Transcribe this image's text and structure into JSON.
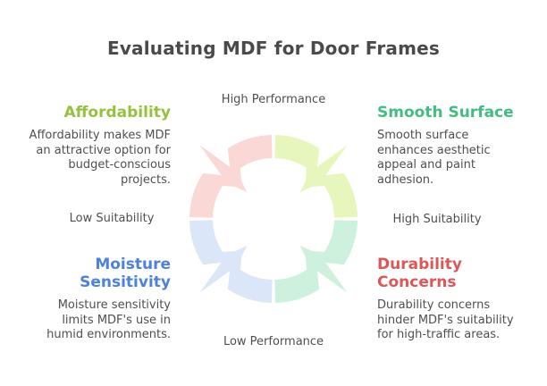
{
  "title": "Evaluating MDF for Door Frames",
  "axis_labels": {
    "top": "High Performance",
    "bottom": "Low Performance",
    "left": "Low Suitability",
    "right": "High Suitability"
  },
  "quadrants": {
    "top_left": {
      "heading": "Affordability",
      "heading_color": "#95c23e",
      "description": "Affordability makes MDF an attractive option for budget-conscious projects."
    },
    "top_right": {
      "heading": "Smooth Surface",
      "heading_color": "#42bd82",
      "description": "Smooth surface enhances aesthetic appeal and paint adhesion."
    },
    "bottom_left": {
      "heading": "Moisture Sensitivity",
      "heading_color": "#4e82d9",
      "description": "Moisture sensitivity limits MDF's use in humid environments."
    },
    "bottom_right": {
      "heading": "Durability Concerns",
      "heading_color": "#dc5757",
      "description": "Durability concerns hinder MDF's suitability for high-traffic areas."
    }
  },
  "wheel": {
    "colors": {
      "top_left": "#f9d8d6",
      "top_right": "#e7f6bd",
      "bottom_left": "#dbe6f8",
      "bottom_right": "#cdf1dc"
    }
  }
}
